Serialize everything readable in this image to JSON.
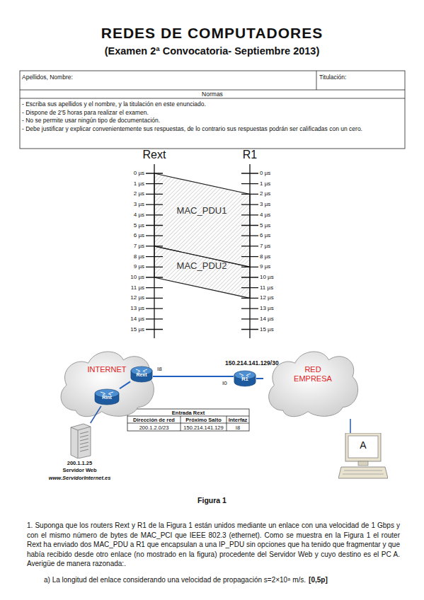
{
  "diagram": {
    "title": "REDES DE COMPUTADORES",
    "caption": "Figura 1",
    "nodes": [
      {
        "text": [
          "INTERNET"
        ]
      },
      {
        "text": [
          "Rint"
        ],
        "in": 0
      },
      {
        "text": [
          "Rext"
        ]
      },
      {
        "text": [
          "R1"
        ]
      },
      {
        "text": [
          "RED EMPRESA"
        ]
      },
      {
        "text": [
          "200.1.1.25",
          "Servidor Web",
          "www.ServidorInternet.es"
        ]
      },
      {
        "text": [
          "A"
        ]
      }
    ],
    "edges": [
      {
        "from": 1,
        "to": 2,
        "arrow": "none"
      },
      {
        "from": 2,
        "to": 3,
        "arrow": "none"
      },
      {
        "from": 3,
        "to": 4,
        "arrow": "none"
      },
      {
        "from": 5,
        "to": 0,
        "arrow": "none"
      },
      {
        "from": 4,
        "to": 6,
        "arrow": "none"
      }
    ],
    "labels": [
      "(Examen 2ª Convocatoria- Septiembre 2013)",
      "Apellidos, Nombre:",
      "Titulación:",
      "Normas",
      "- Escriba sus apellidos y el nombre, y la titulación en este enunciado.",
      "- Dispone de 2'5 horas para realizar el examen.",
      "- No se permite usar ningún tipo de documentación.",
      "- Debe justificar y explicar convenientemente sus respuestas, de lo contrario sus respuestas podrán ser calificadas con un cero.",
      "Rext",
      "R1",
      "0 µs",
      "1 µs",
      "2 µs",
      "3 µs",
      "4 µs",
      "5 µs",
      "6 µs",
      "7 µs",
      "8 µs",
      "9 µs",
      "10 µs",
      "11 µs",
      "12 µs",
      "13 µs",
      "14 µs",
      "15 µs",
      "0 µs",
      "1 µs",
      "2 µs",
      "3 µs",
      "4 µs",
      "5 µs",
      "6 µs",
      "7 µs",
      "8 µs",
      "9 µs",
      "10 µs",
      "11 µs",
      "12 µs",
      "13 µs",
      "14 µs",
      "15 µs",
      "MAC_PDU1",
      "MAC_PDU2",
      "I8",
      "I0",
      "150.214.141.129/30",
      "Entrada Rext",
      "Dirección de red",
      "Próximo Salto",
      "Interfaz",
      "200.1.2.0/23",
      "150.214.141.129",
      "I8",
      "1. Suponga que los routers Rext y R1 de la Figura 1 están unidos mediante un enlace con una velocidad de 1 Gbps y con el mismo número de bytes de MAC_PCI que IEEE 802.3 (ethernet). Como se muestra en la Figura 1 el router Rext ha enviado dos MAC_PDU a R1 que encapsulan a una IP_PDU sin opciones que ha tenido que fragmentar y que había recibido desde otro enlace (no mostrado en la figura) procedente del Servidor Web y cuyo destino es el PC A. Averigüe de manera razonada:.",
      "a) La longitud del enlace considerando una velocidad de propagación s=2×10⁸ m/s.",
      "[0,5p]"
    ]
  }
}
